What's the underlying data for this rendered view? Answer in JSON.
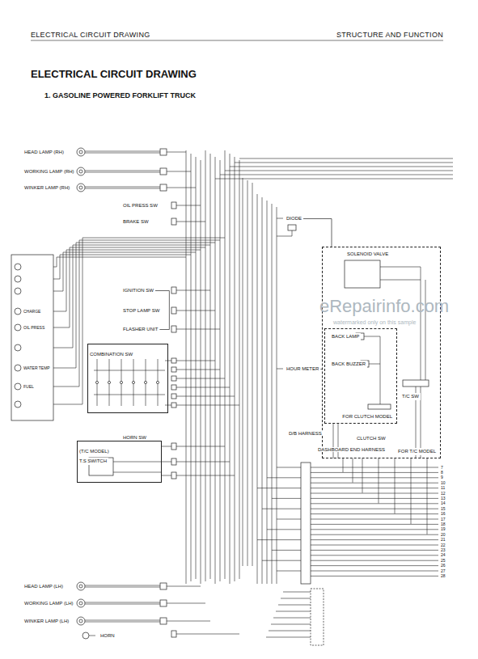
{
  "diagram": {
    "title": "ELECTRICAL CIRCUIT DRAWING",
    "nodes": [
      {
        "text": [
          "HEAD LAMP (RH)"
        ]
      },
      {
        "text": [
          "WORKING LAMP (RH)"
        ]
      },
      {
        "text": [
          "WINKER LAMP (RH)"
        ]
      },
      {
        "text": [
          "OIL PRESS SW"
        ]
      },
      {
        "text": [
          "BRAKE SW"
        ]
      },
      {
        "text": [
          "IGNITION SW"
        ]
      },
      {
        "text": [
          "STOP LAMP SW"
        ]
      },
      {
        "text": [
          "FLASHER UNIT"
        ]
      },
      {
        "text": [
          "COMBINATION SW"
        ]
      },
      {
        "text": [
          "HORN SW"
        ]
      },
      {
        "text": [
          "(T/C MODEL)",
          "T.S SWITCH"
        ]
      },
      {
        "text": [
          "DIODE"
        ]
      },
      {
        "text": [
          "HOUR METER"
        ]
      },
      {
        "text": [
          "FOR T/C MODEL"
        ]
      },
      {
        "text": [
          "SOLENOID VALVE"
        ],
        "in": 13
      },
      {
        "text": [
          "FOR CLUTCH MODEL"
        ],
        "in": 13
      },
      {
        "text": [
          "BACK LAMP"
        ],
        "in": 15
      },
      {
        "text": [
          "BACK BUZZER"
        ],
        "in": 15
      },
      {
        "text": [
          "T/C SW"
        ],
        "in": 13
      },
      {
        "text": [
          "CLUTCH SW"
        ],
        "in": 13
      },
      {
        "text": [
          "HEAD LAMP (LH)"
        ]
      },
      {
        "text": [
          "WORKING LAMP (LH)"
        ]
      },
      {
        "text": [
          "WINKER LAMP (LH)"
        ]
      },
      {
        "text": [
          "HORN"
        ]
      }
    ],
    "edges": [
      {
        "from": 5,
        "to": 7,
        "arrow": "none"
      },
      {
        "from": 11,
        "to": 13,
        "arrow": "none"
      },
      {
        "from": 12,
        "to": 13,
        "arrow": "none"
      }
    ],
    "labels": [
      "ELECTRICAL CIRCUIT DRAWING",
      "STRUCTURE AND FUNCTION",
      "1. GASOLINE POWERED FORKLIFT TRUCK",
      "eRepairinfo.com",
      "watermarked only on this sample",
      "CHARGE",
      "OIL PRESS",
      "WATER TEMP",
      "FUEL",
      "D/B HARNESS",
      "DASHBOARD END HARNESS",
      "7",
      "8",
      "9",
      "10",
      "11",
      "12",
      "13",
      "14",
      "15",
      "16",
      "17",
      "18",
      "19",
      "20",
      "21",
      "22",
      "23",
      "24",
      "25",
      "26",
      "27",
      "28"
    ]
  }
}
